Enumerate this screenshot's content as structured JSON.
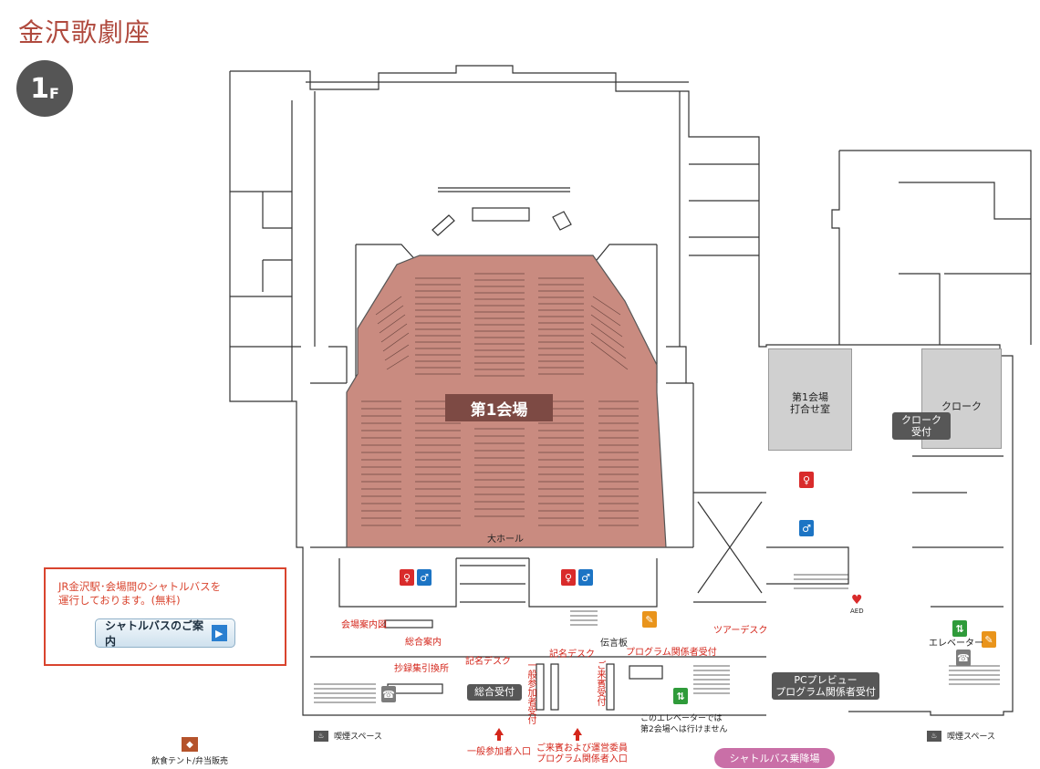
{
  "header": {
    "title": "金沢歌劇座",
    "floor_number": "1",
    "floor_suffix": "F"
  },
  "shuttle_info": {
    "text": "JR金沢駅･会場間のシャトルバスを\n運行しております。(無料)",
    "button_label": "シャトルバスのご案内",
    "button_arrow": "▶"
  },
  "rooms": {
    "main_hall": "第1会場",
    "main_hall_prefix": "第",
    "main_hall_number": "1",
    "main_hall_suffix": "会場",
    "large_hall": "大ホール",
    "meeting_room": "第1会場\n打合せ室",
    "cloak": "クローク",
    "cloak_reception": "クローク\n受付",
    "general_reception": "総合受付",
    "pc_preview": "PCプレビュー\nプログラム関係者受付"
  },
  "labels": {
    "venue_map": "会場案内図",
    "general_info": "総合案内",
    "reprint": "抄録集引換所",
    "registration_desk_1": "記名デスク",
    "registration_desk_2": "記名デスク",
    "general_participant_reception": "一般参加者受付",
    "guest_reception": "ご来賓受付",
    "program_staff_reception": "プログラム関係者受付",
    "message_board": "伝言板",
    "tour_desk": "ツアーデスク",
    "elevator": "エレベーター",
    "elevator_note": "このエレベーターでは\n第2会場へは行けません",
    "general_entrance": "一般参加者入口",
    "vip_entrance": "ご来賓および運営委員\nプログラム関係者入口",
    "smoking_left": "喫煙スペース",
    "smoking_right": "喫煙スペース",
    "food_tent": "飲食テント/弁当販売",
    "shuttle_stop": "シャトルバス乗降場",
    "aed": "AED",
    "tel": "TEL"
  },
  "icons": {
    "restroom_female": "female-restroom-icon",
    "restroom_male": "male-restroom-icon",
    "elevator": "elevator-icon",
    "aed": "aed-icon",
    "phone": "phone-icon",
    "smoking": "smoking-icon",
    "food": "food-icon",
    "arrow": "up-arrow-icon",
    "message_board": "message-board-icon"
  },
  "colors": {
    "title": "#b04a3e",
    "hall_fill": "#c98b80",
    "hall_label_bg": "#7d4a44",
    "accent_red": "#d4261b",
    "shuttle_pill": "#c96fa7",
    "room_grey": "#d0d0d0"
  }
}
